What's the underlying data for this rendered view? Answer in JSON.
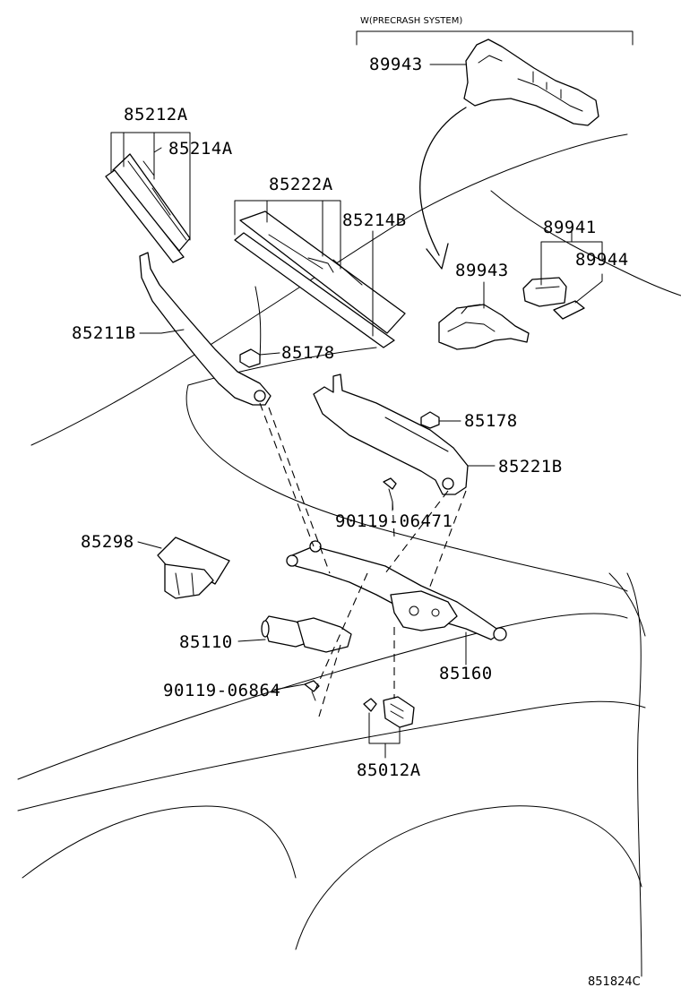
{
  "header_note": "W(PRECRASH SYSTEM)",
  "figure_code": "851824C",
  "part_labels": {
    "p89943_top": "89943",
    "p85212A": "85212A",
    "p85214A": "85214A",
    "p85222A": "85222A",
    "p85214B": "85214B",
    "p89941": "89941",
    "p89944": "89944",
    "p89943_mid": "89943",
    "p85211B": "85211B",
    "p85178_a": "85178",
    "p85178_b": "85178",
    "p85221B": "85221B",
    "p90119_06471": "90119-06471",
    "p85298": "85298",
    "p85110": "85110",
    "p90119_06864": "90119-06864",
    "p85160": "85160",
    "p85012A": "85012A"
  }
}
